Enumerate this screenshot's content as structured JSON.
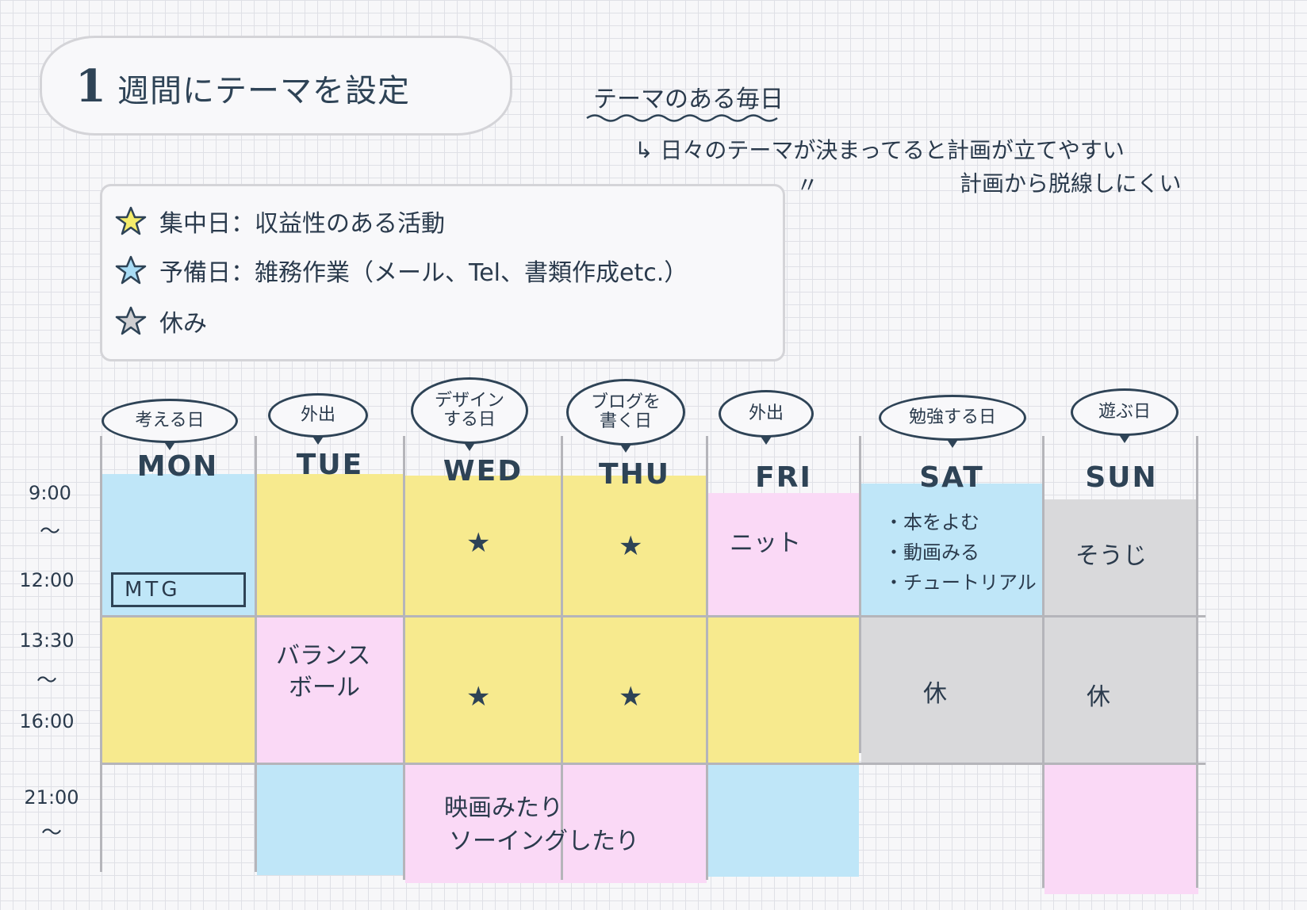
{
  "title": {
    "number": "1",
    "text": "週間にテーマを設定"
  },
  "note": {
    "heading": "テーマのある毎日",
    "arrow": "↳",
    "line1": "日々のテーマが決まってると計画が立てやすい",
    "ditto": "〃",
    "line2": "計画から脱線しにくい"
  },
  "legend": [
    {
      "label": "集中日：収益性のある活動",
      "star_color": "#f4ec6a"
    },
    {
      "label": "予備日：雑務作業（メール、Tel、書類作成etc.）",
      "star_color": "#a9dcf5"
    },
    {
      "label": "休み",
      "star_color": "#cfcfd2"
    }
  ],
  "days": [
    {
      "name": "MON",
      "theme": "考える日"
    },
    {
      "name": "TUE",
      "theme": "外出"
    },
    {
      "name": "WED",
      "theme": "デザイン\nする日"
    },
    {
      "name": "THU",
      "theme": "ブログを\n書く日"
    },
    {
      "name": "FRI",
      "theme": "外出"
    },
    {
      "name": "SAT",
      "theme": "勉強する日"
    },
    {
      "name": "SUN",
      "theme": "遊ぶ日"
    }
  ],
  "times": {
    "t1": "9:00",
    "t2": "12:00",
    "t3": "13:30",
    "t4": "16:00",
    "t5": "21:00",
    "range": "〜"
  },
  "cells": {
    "mtg": "MTG",
    "tue_afternoon_1": "バランス",
    "tue_afternoon_2": "ボール",
    "fri_morning": "ニット",
    "sat_morning": [
      "・本をよむ",
      "・動画みる",
      "・チュートリアル"
    ],
    "sun_morning": "そうじ",
    "sat_afternoon": "休",
    "sun_afternoon": "休",
    "evening_1": "映画みたり",
    "evening_2": "ソーイングしたり",
    "star": "★"
  },
  "colors": {
    "focus": "#f7ea8e",
    "reserve": "#bfe6f8",
    "rest": "#d9d9db",
    "hobby": "#fad9f6",
    "ink": "#2e4356"
  }
}
